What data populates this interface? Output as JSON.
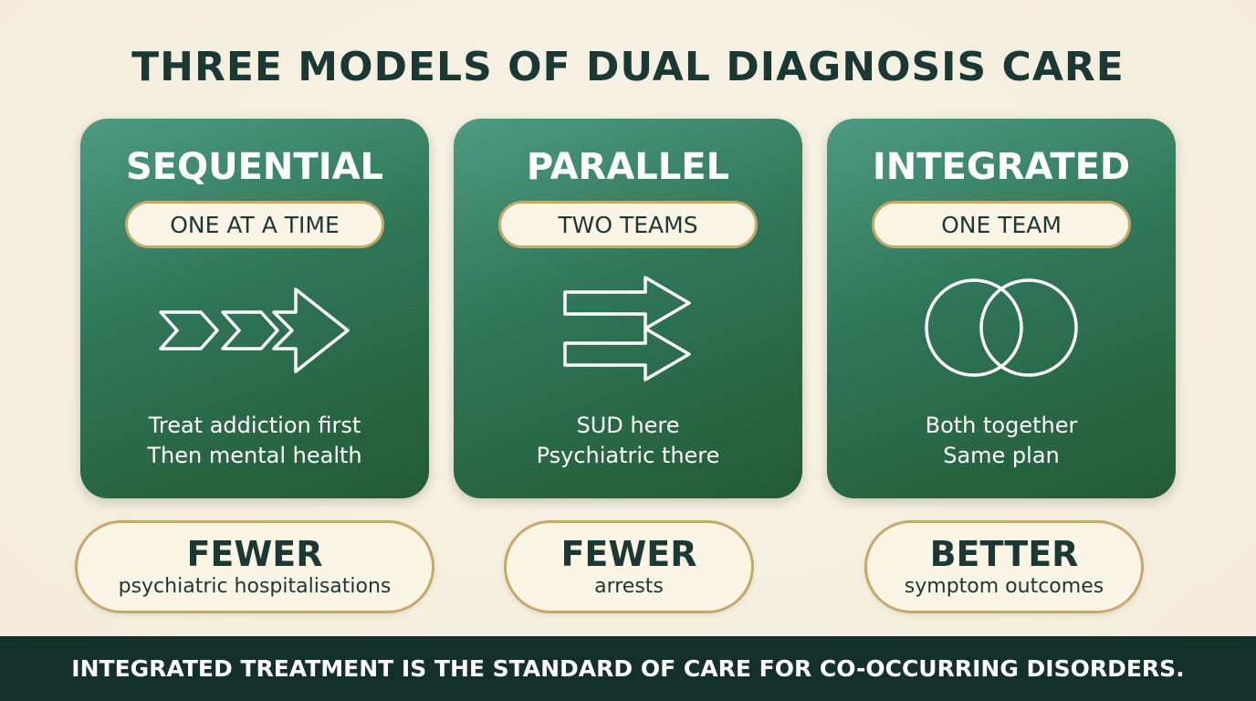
{
  "title": "THREE MODELS OF DUAL DIAGNOSIS CARE",
  "cards": [
    {
      "title": "SEQUENTIAL",
      "tag": "ONE AT A TIME",
      "icon": "chevron-arrows-icon",
      "lines": [
        "Treat addiction first",
        "Then mental health"
      ],
      "outcome_head": "FEWER",
      "outcome_sub": "psychiatric hospitalisations"
    },
    {
      "title": "PARALLEL",
      "tag": "TWO TEAMS",
      "icon": "parallel-arrows-icon",
      "lines": [
        "SUD here",
        "Psychiatric there"
      ],
      "outcome_head": "FEWER",
      "outcome_sub": "arrests"
    },
    {
      "title": "INTEGRATED",
      "tag": "ONE TEAM",
      "icon": "overlapping-circles-icon",
      "lines": [
        "Both together",
        "Same plan"
      ],
      "outcome_head": "BETTER",
      "outcome_sub": "symptom outcomes"
    }
  ],
  "footer": "INTEGRATED TREATMENT IS THE STANDARD OF CARE FOR CO-OCCURRING DISORDERS.",
  "colors": {
    "background": "#f5efe0",
    "card_green": "#2f7557",
    "pill_border": "#c6a969",
    "text_dark": "#1b3834",
    "footer_bg": "#13302b"
  }
}
